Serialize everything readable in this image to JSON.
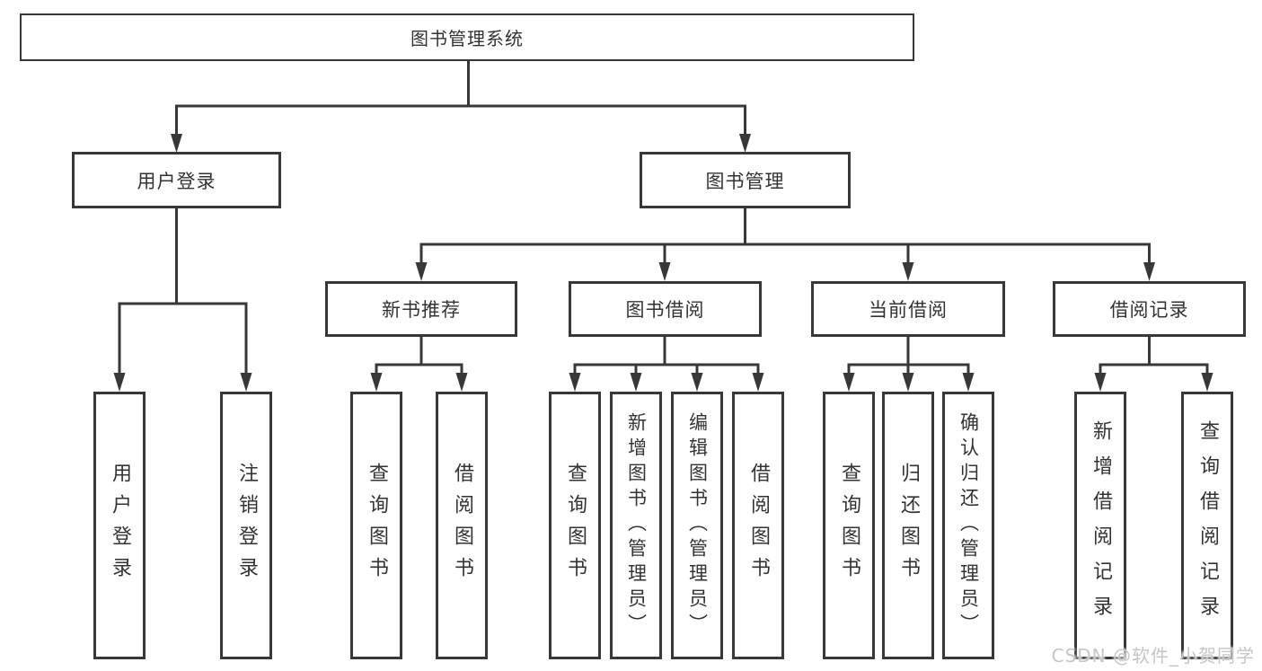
{
  "diagram": {
    "root": {
      "label": "图书管理系统"
    },
    "level2": [
      {
        "label": "用户登录"
      },
      {
        "label": "图书管理"
      }
    ],
    "level3": [
      {
        "label": "新书推荐"
      },
      {
        "label": "图书借阅"
      },
      {
        "label": "当前借阅"
      },
      {
        "label": "借阅记录"
      }
    ],
    "leaves": {
      "user_login": [
        {
          "label": "用户登录"
        },
        {
          "label": "注销登录"
        }
      ],
      "new_book": [
        {
          "label": "查询图书"
        },
        {
          "label": "借阅图书"
        }
      ],
      "book_borrow": [
        {
          "label": "查询图书"
        },
        {
          "label": "新增图书（管理员）"
        },
        {
          "label": "编辑图书（管理员）"
        },
        {
          "label": "借阅图书"
        }
      ],
      "current_borrow": [
        {
          "label": "查询图书"
        },
        {
          "label": "归还图书"
        },
        {
          "label": "确认归还（管理员）"
        }
      ],
      "borrow_record": [
        {
          "label": "新增借阅记录"
        },
        {
          "label": "查询借阅记录"
        }
      ]
    },
    "colors": {
      "line": "#383838",
      "box_background": "#ffffff",
      "text": "#333333",
      "watermark": "#c6c6c6"
    }
  },
  "watermark": {
    "text": "CSDN @软件_小贺同学"
  }
}
